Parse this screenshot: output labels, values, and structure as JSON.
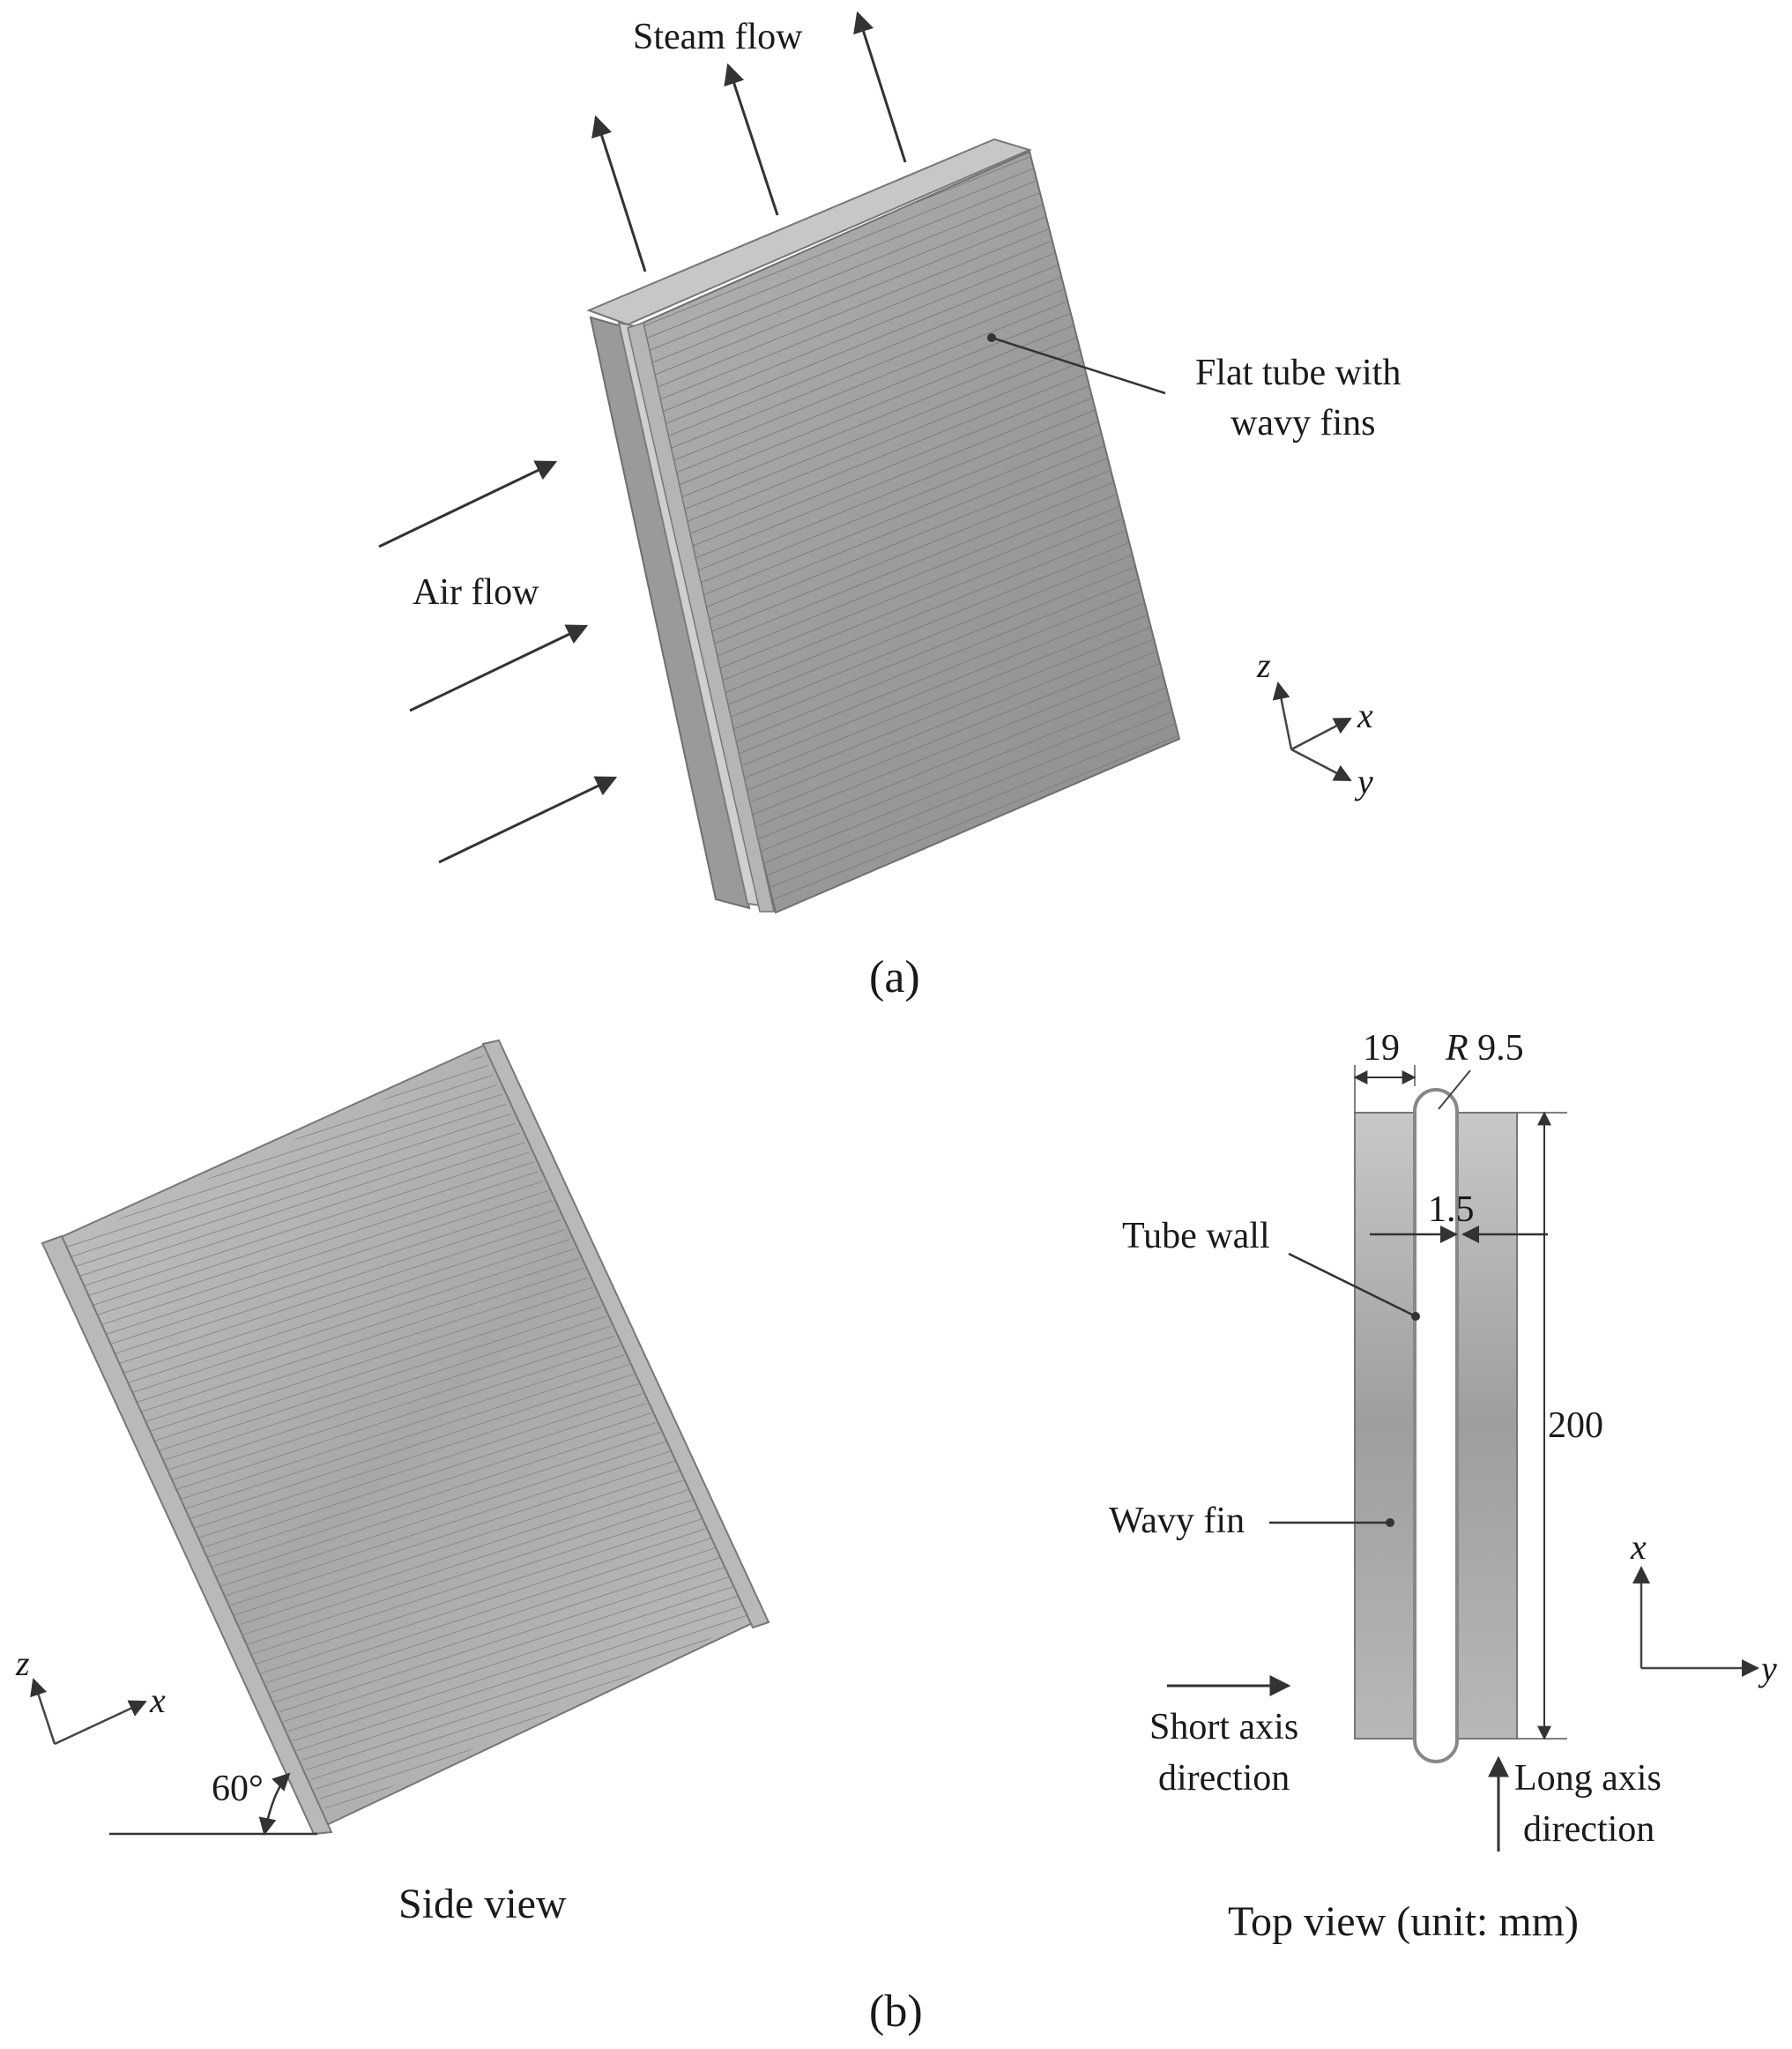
{
  "panel_a": {
    "steam_flow": "Steam flow",
    "flat_tube_line1": "Flat tube with",
    "flat_tube_line2": "wavy fins",
    "air_flow": "Air flow",
    "axis_z": "z",
    "axis_x": "x",
    "axis_y": "y",
    "caption": "(a)"
  },
  "side_view": {
    "axis_z": "z",
    "axis_x": "x",
    "angle": "60°",
    "caption": "Side view"
  },
  "top_view": {
    "dim_19": "19",
    "dim_r_prefix": "R",
    "dim_r_value": " 9.5",
    "dim_1_5": "1.5",
    "dim_200": "200",
    "tube_wall": "Tube wall",
    "wavy_fin": "Wavy fin",
    "short_axis_line1": "Short axis",
    "short_axis_line2": "direction",
    "long_axis_line1": "Long axis",
    "long_axis_line2": "direction",
    "axis_x": "x",
    "axis_y": "y",
    "caption": "Top view (unit: mm)"
  },
  "panel_b_caption": "(b)",
  "colors": {
    "metal_light": "#c9c9c9",
    "metal_mid": "#a9a9a9",
    "metal_dark": "#8a8a8a",
    "line": "#333333"
  }
}
